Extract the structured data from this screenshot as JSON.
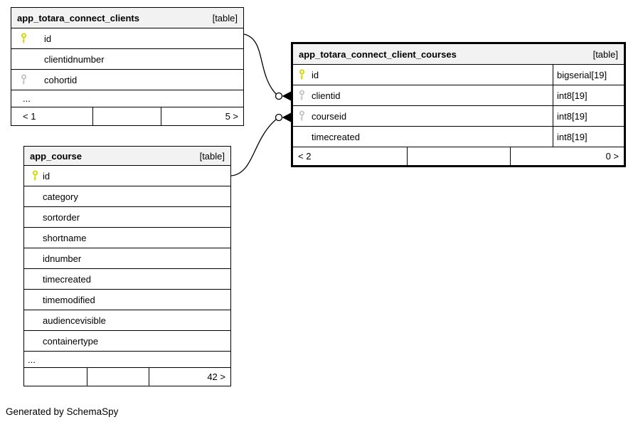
{
  "diagram_note": "Generated by SchemaSpy",
  "colors": {
    "primary_key": "#d4d400",
    "foreign_key": "#c3c3c3",
    "header_bg": "#f2f2f2",
    "border": "#000000",
    "focus_border": "#000000"
  },
  "tables": {
    "clients": {
      "title": "app_totara_connect_clients",
      "badge": "[table]",
      "columns": [
        {
          "name": "id",
          "key": "primary"
        },
        {
          "name": "clientidnumber",
          "key": "none"
        },
        {
          "name": "cohortid",
          "key": "foreign"
        }
      ],
      "ellipsis": "...",
      "pager": {
        "left": "< 1",
        "middle": "",
        "right": "5 >"
      }
    },
    "client_courses": {
      "title": "app_totara_connect_client_courses",
      "badge": "[table]",
      "columns": [
        {
          "name": "id",
          "type": "bigserial[19]",
          "key": "primary"
        },
        {
          "name": "clientid",
          "type": "int8[19]",
          "key": "foreign"
        },
        {
          "name": "courseid",
          "type": "int8[19]",
          "key": "foreign"
        },
        {
          "name": "timecreated",
          "type": "int8[19]",
          "key": "none"
        }
      ],
      "pager": {
        "left": "< 2",
        "middle": "",
        "right": "0 >"
      }
    },
    "course": {
      "title": "app_course",
      "badge": "[table]",
      "columns": [
        {
          "name": "id",
          "key": "primary"
        },
        {
          "name": "category",
          "key": "none"
        },
        {
          "name": "sortorder",
          "key": "none"
        },
        {
          "name": "shortname",
          "key": "none"
        },
        {
          "name": "idnumber",
          "key": "none"
        },
        {
          "name": "timecreated",
          "key": "none"
        },
        {
          "name": "timemodified",
          "key": "none"
        },
        {
          "name": "audiencevisible",
          "key": "none"
        },
        {
          "name": "containertype",
          "key": "none"
        }
      ],
      "ellipsis": "...",
      "pager": {
        "left": "",
        "middle": "",
        "right": "42 >"
      }
    }
  },
  "relationships": [
    {
      "from": "app_totara_connect_clients.id",
      "to": "app_totara_connect_client_courses.clientid"
    },
    {
      "from": "app_course.id",
      "to": "app_totara_connect_client_courses.courseid"
    }
  ],
  "icons": {
    "primary_key": "yellow-key-icon",
    "foreign_key": "gray-key-icon"
  }
}
